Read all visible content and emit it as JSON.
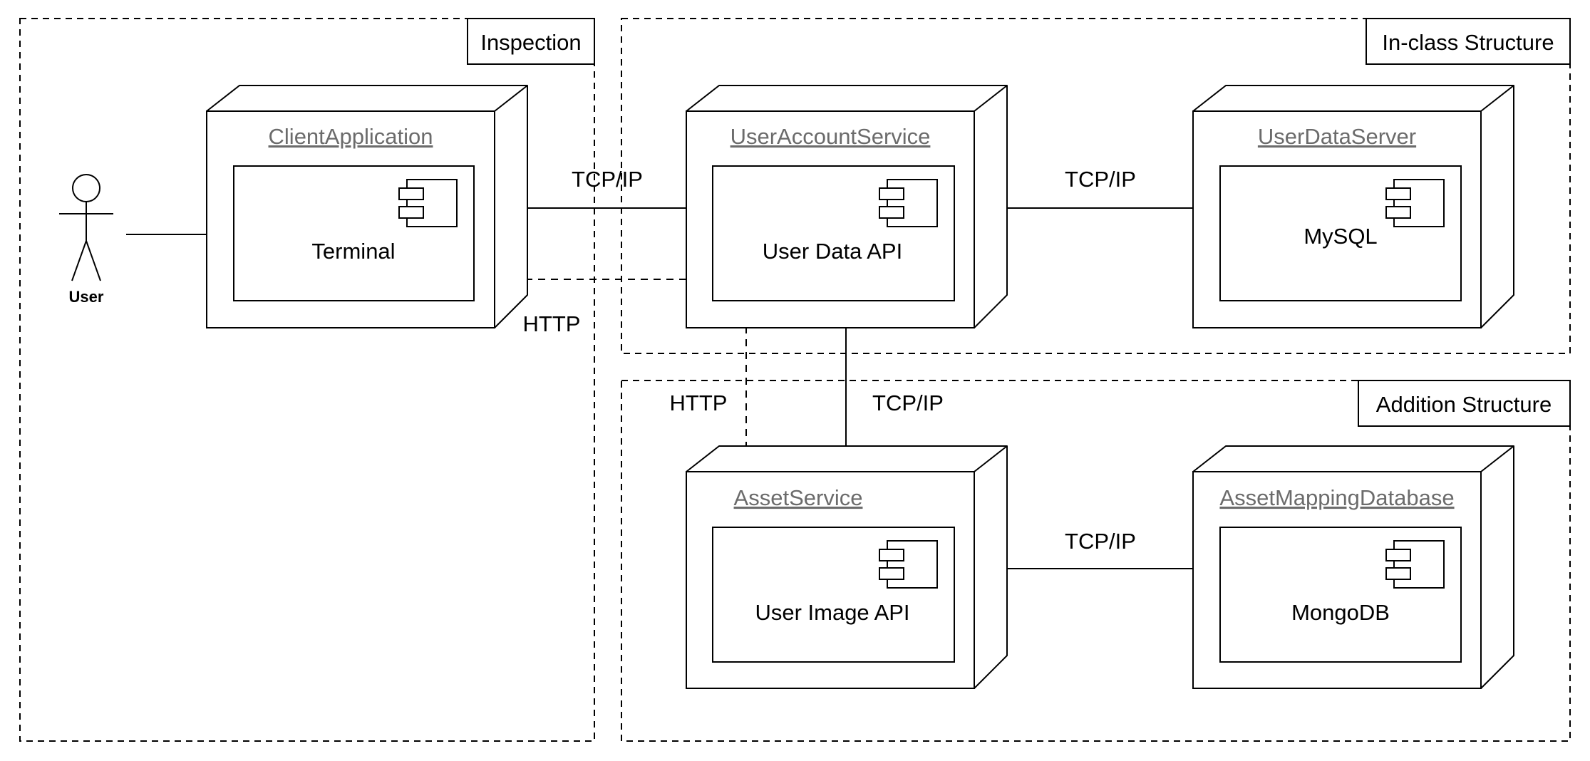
{
  "frames": {
    "inspection": "Inspection",
    "in_class": "In-class Structure",
    "addition": "Addition Structure"
  },
  "actor": {
    "label": "User"
  },
  "nodes": {
    "client": {
      "title": "ClientApplication",
      "component": "Terminal"
    },
    "user_account": {
      "title": "UserAccountService",
      "component": "User Data API"
    },
    "user_data_server": {
      "title": "UserDataServer",
      "component": "MySQL"
    },
    "asset_service": {
      "title": "AssetService",
      "component": "User Image API"
    },
    "asset_mapping_db": {
      "title": "AssetMappingDatabase",
      "component": "MongoDB"
    }
  },
  "edges": {
    "client_to_account": "TCP/IP",
    "account_to_dataserver": "TCP/IP",
    "account_to_asset": "TCP/IP",
    "asset_to_mapping": "TCP/IP",
    "terminal_to_userdataapi_http": "HTTP",
    "userdataapi_to_userimageapi_http": "HTTP"
  }
}
